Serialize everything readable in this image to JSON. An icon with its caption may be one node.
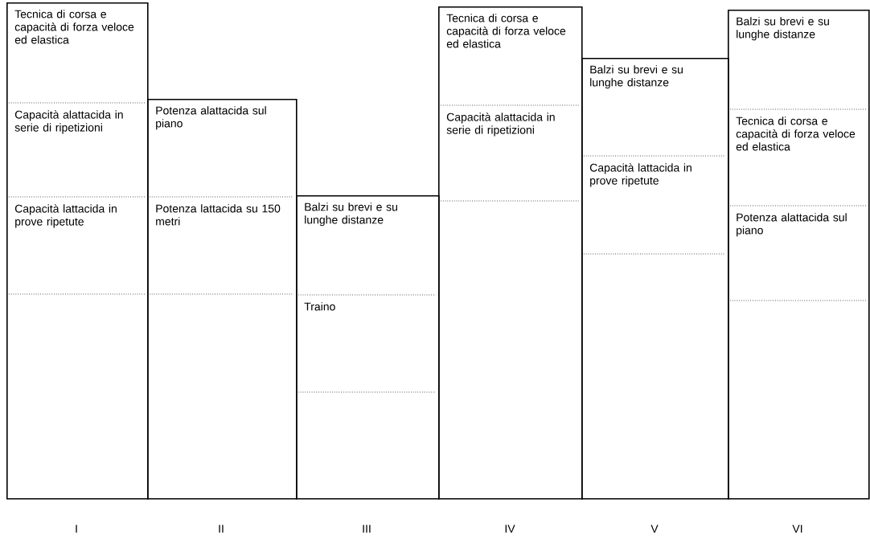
{
  "diagram": {
    "nodes": [
      {
        "text": [
          "Tecnica di corsa e capacità di forza veloce ed elastica",
          "Capacità alattacida in serie di ripetizioni",
          "Capacità lattacida in prove ripetute"
        ],
        "beside": [
          "I"
        ]
      },
      {
        "text": [
          "Potenza alattacida sul piano",
          "Potenza lattacida su 150 metri"
        ],
        "beside": [
          "II"
        ]
      },
      {
        "text": [
          "Balzi su brevi e su lunghe distanze",
          "Traino"
        ],
        "beside": [
          "III"
        ]
      },
      {
        "text": [
          "Tecnica di corsa e capacità di forza veloce ed elastica",
          "Capacità alattacida in serie di ripetizioni"
        ],
        "beside": [
          "IV"
        ]
      },
      {
        "text": [
          "Balzi su brevi e su lunghe distanze",
          "Capacità lattacida in prove ripetute"
        ],
        "beside": [
          "V"
        ]
      },
      {
        "text": [
          "Balzi su brevi e su lunghe distanze",
          "Tecnica di corsa e capacità di forza veloce ed elastica",
          "Potenza alattacida sul piano"
        ],
        "beside": [
          "VI"
        ]
      }
    ]
  }
}
